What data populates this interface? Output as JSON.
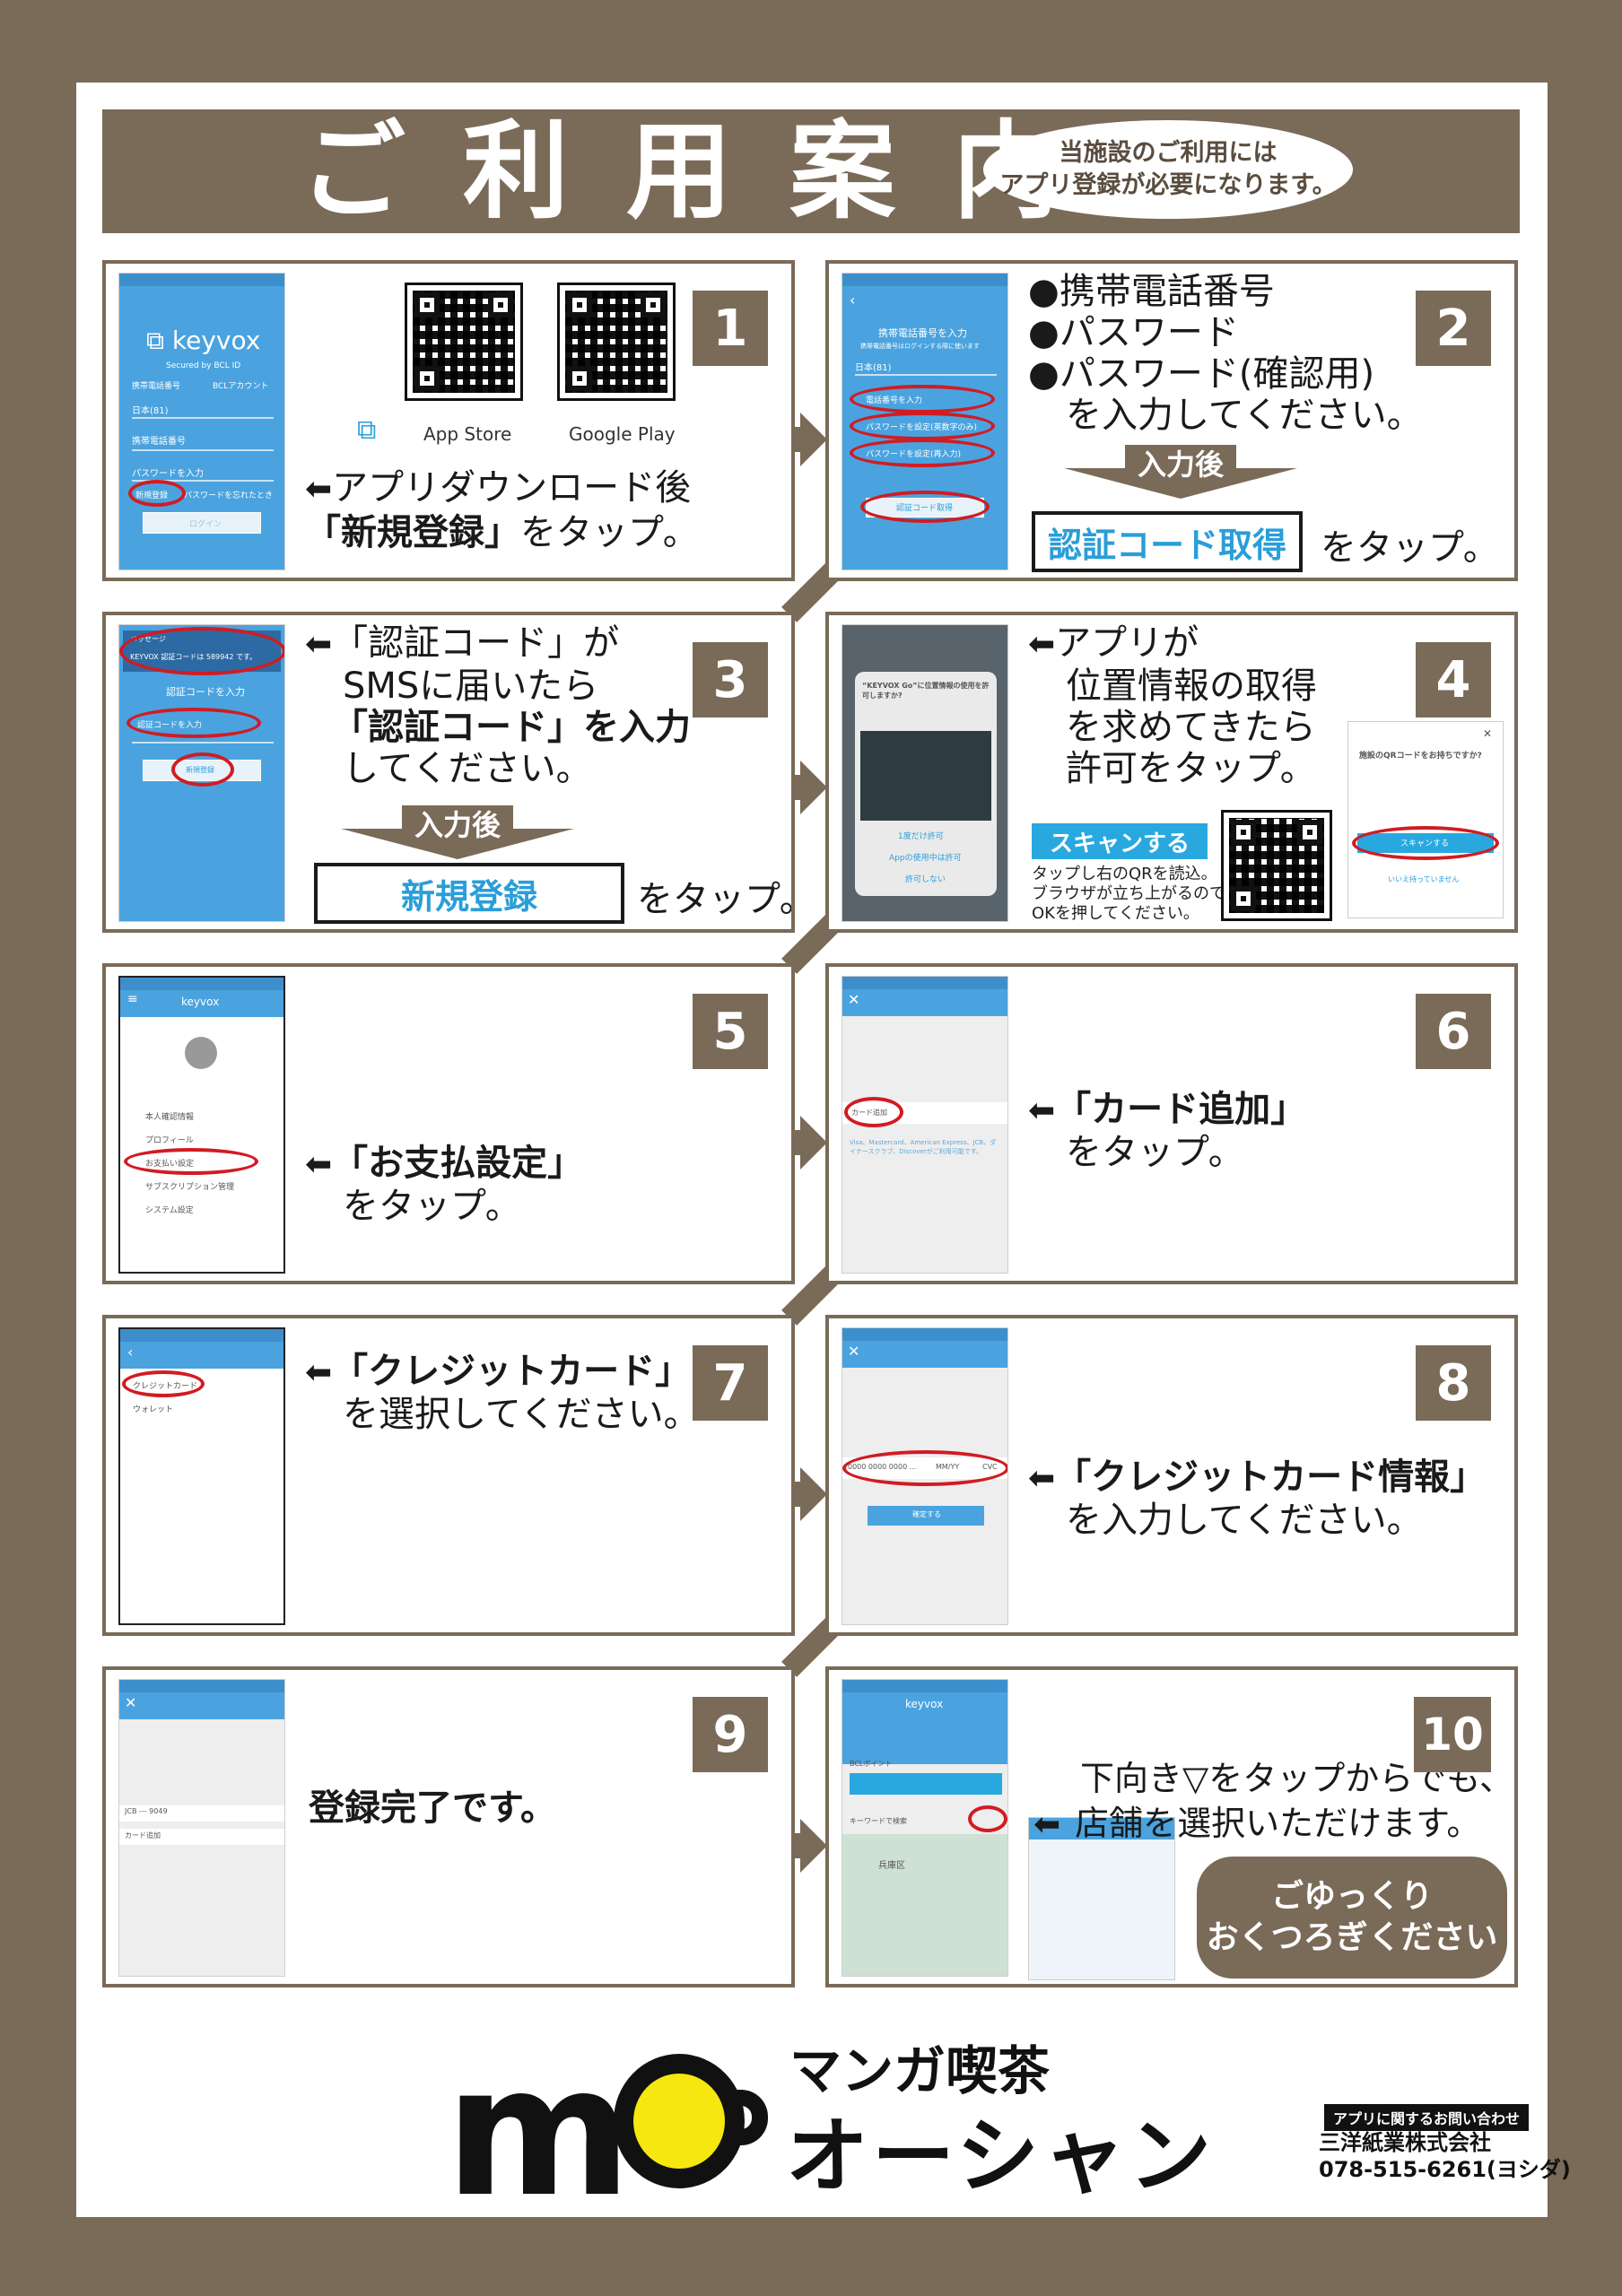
{
  "header": {
    "title": "ご利用案内",
    "note_line1": "当施設のご利用には",
    "note_line2": "アプリ登録が必要になります。"
  },
  "step1": {
    "number": "1",
    "app_brand": "keyvox",
    "secured": "Secured by BCL ID",
    "tab_phone": "携帯電話番号",
    "tab_account": "BCLアカウント",
    "country": "日本(81)",
    "phone_label": "携帯電話番号",
    "password_label": "パスワードを入力",
    "new_register": "新規登録",
    "forgot": "パスワードを忘れたとき",
    "login": "ログイン",
    "store1": "App Store",
    "store2": "Google Play",
    "arrow": "⬅",
    "line1": "アプリダウンロード後",
    "line2_bold": "「新規登録」",
    "line2_rest": "をタップ。"
  },
  "step2": {
    "number": "2",
    "screen_title": "携帯電話番号を入力",
    "screen_sub": "携帯電話番号はログインする際に使います",
    "country": "日本(81)",
    "field1": "電話番号を入力",
    "field2": "パスワードを設定(英数字のみ)",
    "field3": "パスワードを設定(再入力)",
    "send_btn": "認証コード取得",
    "item1": "●携帯電話番号",
    "item2": "●パスワード",
    "item3": "●パスワード(確認用)",
    "item4": "を入力してください。",
    "after": "入力後",
    "button": "認証コード取得",
    "tap": "をタップ。"
  },
  "step3": {
    "number": "3",
    "sms_from": "メッセージ",
    "sms_body": "KEYVOX 認証コードは 589942 です。",
    "screen_title": "認証コードを入力",
    "field": "認証コードを入力",
    "register_btn": "新規登録",
    "arrow": "⬅",
    "line1": "「認証コード」が",
    "line2": "SMSに届いたら",
    "line3_bold": "「認証コード」を入力",
    "line4": "してください。",
    "after": "入力後",
    "button": "新規登録",
    "tap": "をタップ。"
  },
  "step4": {
    "number": "4",
    "dialog_title": "“KEYVOX Go”に位置情報の使用を許可しますか?",
    "opt1": "1度だけ許可",
    "opt2": "Appの使用中は許可",
    "opt3": "許可しない",
    "arrow": "⬅",
    "line1": "アプリが",
    "line2": "位置情報の取得",
    "line3": "を求めてきたら",
    "line4": "許可をタップ。",
    "scan_btn": "スキャンする",
    "note1": "タップし右のQRを読込。",
    "note2": "ブラウザが立ち上がるので",
    "note3": "OKを押してください。",
    "qr_dialog_title": "施設のQRコードをお持ちですか?",
    "qr_dialog_scan": "スキャンする",
    "qr_dialog_no": "いいえ持っていません"
  },
  "step5": {
    "number": "5",
    "app_brand": "keyvox",
    "menu1": "本人確認情報",
    "menu2": "プロフィール",
    "menu3": "お支払い設定",
    "menu4": "サブスクリプション管理",
    "menu5": "システム設定",
    "arrow": "⬅",
    "line1_bold": "「お支払設定」",
    "line2": "をタップ。"
  },
  "step6": {
    "number": "6",
    "card_add": "カード追加",
    "brands": "Visa、Mastercard、American Express、JCB、ダイナースクラブ、Discoverがご利用可能です。",
    "arrow": "⬅",
    "line1_bold": "「カード追加」",
    "line2": "をタップ。"
  },
  "step7": {
    "number": "7",
    "item1": "クレジットカード",
    "item2": "ウォレット",
    "arrow": "⬅",
    "line1_bold": "「クレジットカード」",
    "line2": "を選択してください。"
  },
  "step8": {
    "number": "8",
    "card_placeholder": "0000 0000 0000 ...",
    "expiry": "MM/YY",
    "cvc": "CVC",
    "confirm": "確定する",
    "arrow": "⬅",
    "line1_bold": "「クレジットカード情報」",
    "line2": "を入力してください。"
  },
  "step9": {
    "number": "9",
    "card": "JCB --- 9049",
    "card_add": "カード追加",
    "message": "登録完了です。"
  },
  "step10": {
    "number": "10",
    "app_brand": "keyvox",
    "points": "BCLポイント",
    "search": "キーワードで検索",
    "area": "兵庫区",
    "line1": "下向き▽をタップからでも、",
    "arrow": "⬅",
    "line2": "店舗を選択いただけます。",
    "relax1": "ごゆっくり",
    "relax2": "おくつろぎください"
  },
  "footer": {
    "brand_top": "マンガ喫茶",
    "brand_main": "オーシャン",
    "contact_label": "アプリに関するお問い合わせ",
    "company": "三洋紙業株式会社",
    "phone": "078-515-6261(ヨシダ)"
  },
  "colors": {
    "frame_brown": "#7a6a58",
    "accent_blue": "#2a9ed8",
    "highlight_red": "#d01c23",
    "logo_yellow": "#f5e70f"
  }
}
